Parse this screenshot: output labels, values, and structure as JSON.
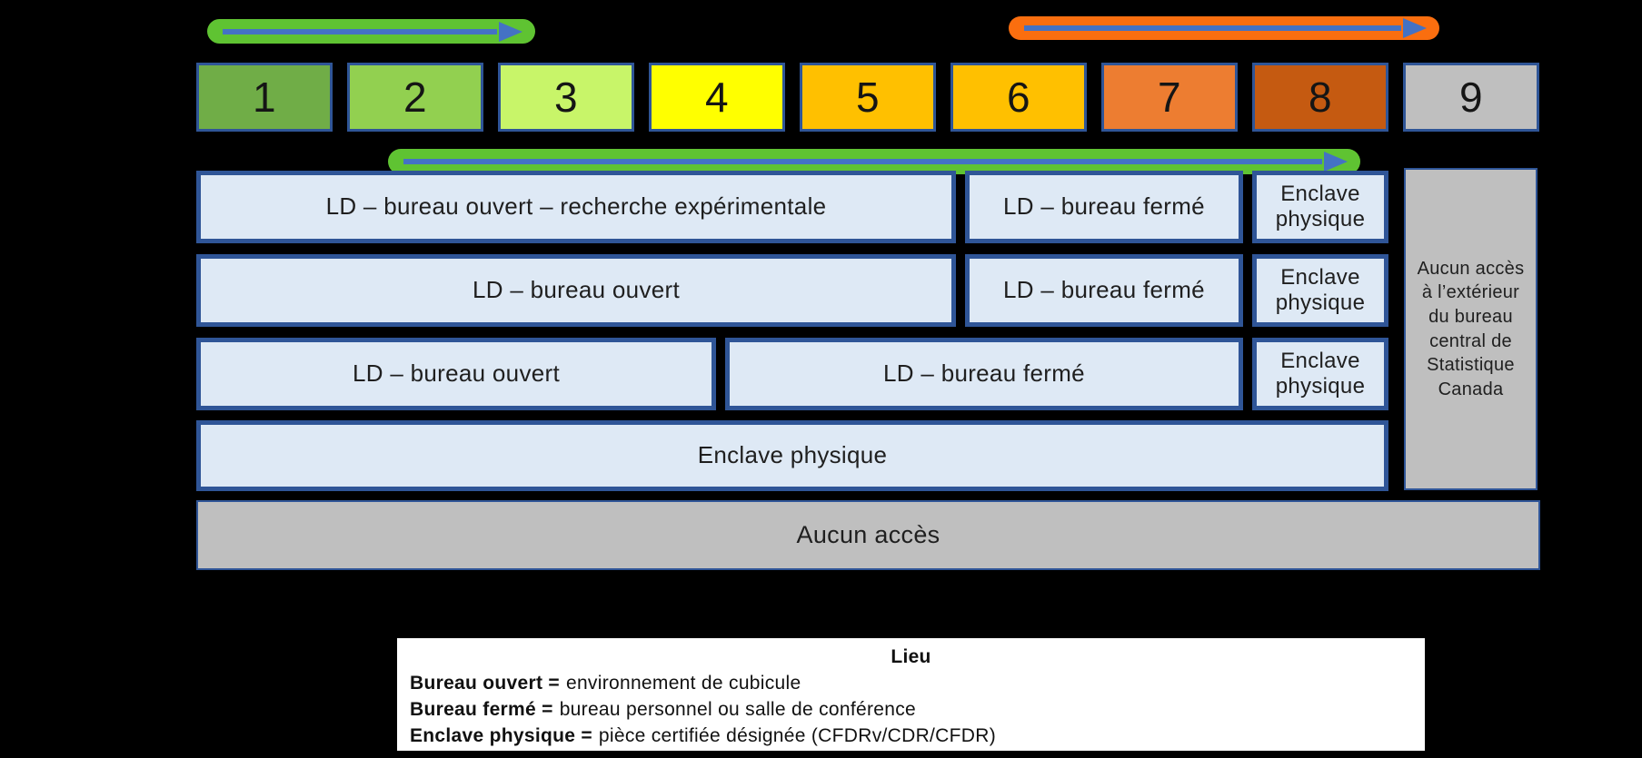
{
  "palette": {
    "background": "#000000",
    "border_blue": "#2F5597",
    "cell_fill": "#DEE9F5",
    "gray_fill": "#BFBFBF",
    "arrow_green": "#5FC332",
    "arrow_blue": "#4472C4",
    "arrow_orange": "#FA6E0F"
  },
  "scale": {
    "levels": [
      {
        "label": "1",
        "color": "#70AD47"
      },
      {
        "label": "2",
        "color": "#92D050"
      },
      {
        "label": "3",
        "color": "#C8F569"
      },
      {
        "label": "4",
        "color": "#FFFF00"
      },
      {
        "label": "5",
        "color": "#FFC000"
      },
      {
        "label": "6",
        "color": "#FFC000"
      },
      {
        "label": "7",
        "color": "#ED7D31"
      },
      {
        "label": "8",
        "color": "#C55A11"
      },
      {
        "label": "9",
        "color": "#BFBFBF"
      }
    ]
  },
  "matrix": {
    "rows": [
      {
        "cells": [
          {
            "label": "LD – bureau ouvert – recherche expérimentale"
          },
          {
            "label": "LD – bureau fermé"
          },
          {
            "label": "Enclave physique"
          }
        ]
      },
      {
        "cells": [
          {
            "label": "LD – bureau ouvert"
          },
          {
            "label": "LD – bureau fermé"
          },
          {
            "label": "Enclave physique"
          }
        ]
      },
      {
        "cells": [
          {
            "label": "LD – bureau ouvert"
          },
          {
            "label": "LD – bureau fermé"
          },
          {
            "label": "Enclave physique"
          }
        ]
      },
      {
        "cells": [
          {
            "label": "Enclave physique"
          }
        ]
      }
    ],
    "no_access_row": {
      "label": "Aucun accès"
    },
    "side_column": {
      "label": "Aucun accès à l’extérieur du bureau central de Statistique Canada"
    }
  },
  "legend": {
    "title": "Lieu",
    "items": [
      {
        "term": "Bureau ouvert =",
        "definition": "environnement de cubicule"
      },
      {
        "term": "Bureau fermé =",
        "definition": "bureau personnel ou salle de conférence"
      },
      {
        "term": "Enclave physique =",
        "definition": "pièce certifiée désignée (CFDRv/CDR/CFDR)"
      }
    ]
  }
}
